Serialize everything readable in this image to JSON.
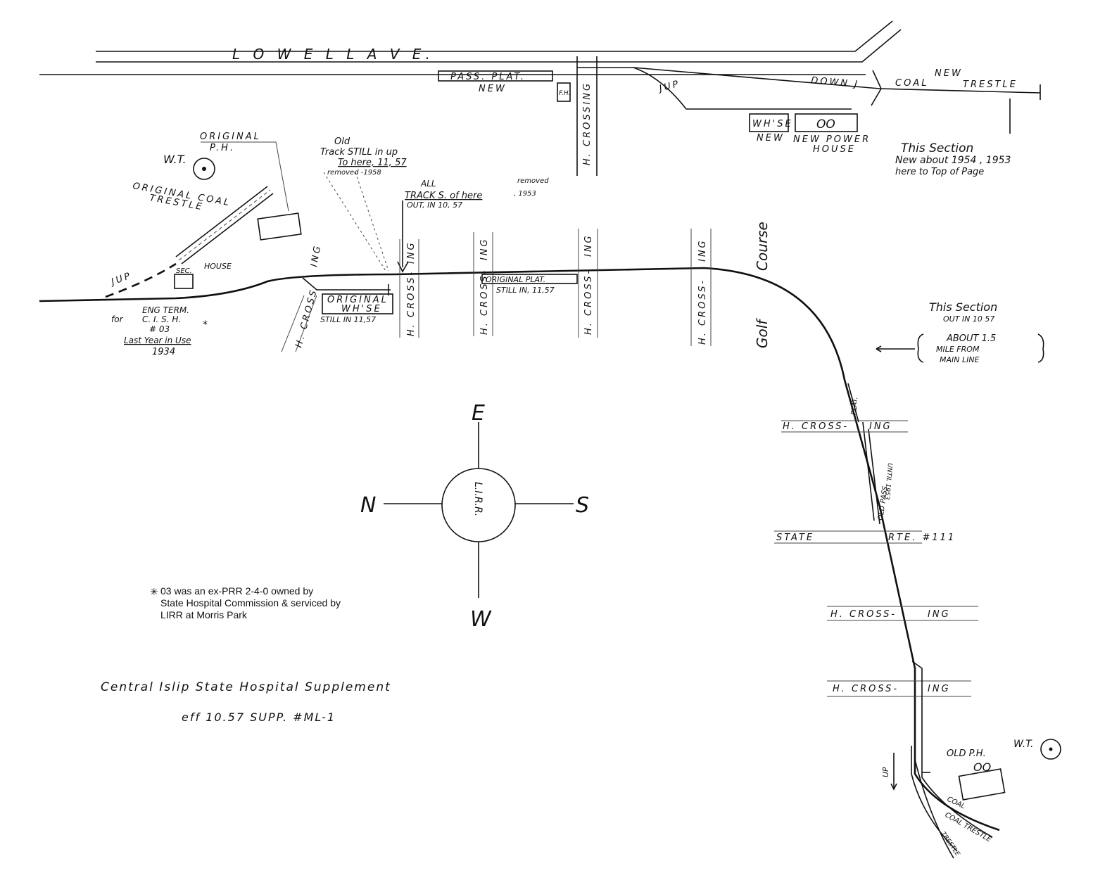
{
  "street": {
    "name": "L O W E L L   A V E."
  },
  "top": {
    "pass_plat": "PASS.  PLAT.",
    "pass_plat_new": "NEW",
    "fh": "F.H.",
    "crossing": "H. CROSSING",
    "jup": "JUP",
    "down": "DOWN  J",
    "coal": "COAL",
    "new": "NEW",
    "trestle": "TRESTLE",
    "whse": "WH'SE",
    "whse_new": "NEW",
    "power_oo": "OO",
    "power_line1": "NEW  POWER",
    "power_line2": "HOUSE",
    "note_line1": "This      Section",
    "note_line2": "New  about  1954 , 1953",
    "note_line3": "here to  Top  of   Page"
  },
  "west": {
    "orig_ph_1": "ORIGINAL",
    "orig_ph_2": "P.H.",
    "wt": "W.T.",
    "orig_coal_1": "ORIGINAL COAL",
    "orig_coal_2": "TRESTLE",
    "jup": "JUP",
    "sec": "SEC.",
    "house": "HOUSE",
    "eng_term": "ENG TERM.",
    "for": "for",
    "cish": "C. I. S. H.",
    "num": "# 03",
    "last_year": "Last Year in Use",
    "year": "1934",
    "asterisk": "*"
  },
  "notes": {
    "old_1": "Old",
    "old_2": "Track  STILL  in  up",
    "old_3": "To here,  11,  57",
    "old_4": "removed -1958",
    "all_1": "ALL",
    "all_2": "TRACK  S. of here",
    "all_3": "OUT, IN 10, 57",
    "all_4": "removed",
    "all_5": ", 1953"
  },
  "main": {
    "cross": "H. CROSS",
    "ing": "ING",
    "cross_dash": "H. CROSS-",
    "crossing_a": "H. CROSS-",
    "orig_whse_1": "ORIGINAL",
    "orig_whse_2": "WH'SE",
    "still_whse": "STILL IN 11,57",
    "orig_plat": "ORIGINAL PLAT.",
    "still_plat": "STILL IN, 11,57",
    "golf": "Golf",
    "course": "Course"
  },
  "east_note": {
    "line1": "This  Section",
    "line2": "OUT IN 10 57",
    "line3": "ABOUT 1.5",
    "line4": "MILE FROM",
    "line5": "MAIN LINE"
  },
  "south": {
    "plat": "PLAT.",
    "old_pass": "OLD  PASS.",
    "until": "UNTIL 1953",
    "hc1": "H. CROSS-",
    "ing1": "ING",
    "state": "STATE",
    "rte": "RTE. #111",
    "hc2": "H. CROSS-",
    "ing2": "ING",
    "hc3": "H. CROSS-",
    "ing3": "ING",
    "wt": "W.T.",
    "old_ph": "OLD   P.H.",
    "oo": "OO",
    "up": "UP",
    "coal": "COAL",
    "coal_trestle": "COAL TRESTLE",
    "trestle": "TRESTLE"
  },
  "compass": {
    "top": "E",
    "left": "N",
    "right": "S",
    "bottom": "W",
    "center": "L.I.R.R."
  },
  "footnote": {
    "line1": "03 was an ex-PRR 2-4-0 owned by",
    "line2": "State Hospital Commission & serviced by",
    "line3": "LIRR at Morris Park"
  },
  "title": {
    "line1": "Central   Islip   State   Hospital   Supplement",
    "line2": "eff   10.57   SUPP.  #ML-1"
  }
}
